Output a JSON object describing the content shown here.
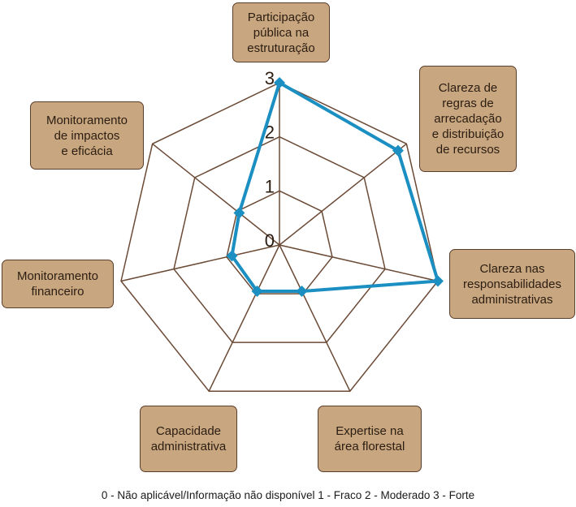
{
  "chart_data": {
    "type": "radar",
    "categories": [
      "Participação pública na estruturação",
      "Clareza de regras de arrecadação e distribuição de recursos",
      "Clareza nas responsabilidades administrativas",
      "Expertise na área florestal",
      "Capacidade administrativa",
      "Monitoramento financeiro",
      "Monitoramento de impactos e eficácia"
    ],
    "category_lines": [
      [
        "Participação",
        "pública na",
        "estruturação"
      ],
      [
        "Clareza de",
        "regras de",
        "arrecadação",
        "e distribuição",
        "de recursos"
      ],
      [
        "Clareza nas",
        "responsabilidades",
        "administrativas"
      ],
      [
        "Expertise na",
        "área florestal"
      ],
      [
        "Capacidade",
        "administrativa"
      ],
      [
        "Monitoramento",
        "financeiro"
      ],
      [
        "Monitoramento",
        "de impactos",
        "e eficácia"
      ]
    ],
    "series": [
      {
        "values": [
          3,
          2.8,
          3,
          0.95,
          0.95,
          0.9,
          0.95
        ]
      }
    ],
    "range": [
      0,
      3
    ],
    "ticks": [
      "0",
      "1",
      "2",
      "3"
    ],
    "grid": true,
    "legend": "none",
    "caption": "0 - Não aplicável/Informação não disponível  1 - Fraco  2 - Moderado  3 - Forte",
    "colors": {
      "series": "#1b8fc1",
      "grid": "#6b4a36",
      "box_fill": "#c8a67f",
      "box_border": "#5a3e2b"
    }
  }
}
